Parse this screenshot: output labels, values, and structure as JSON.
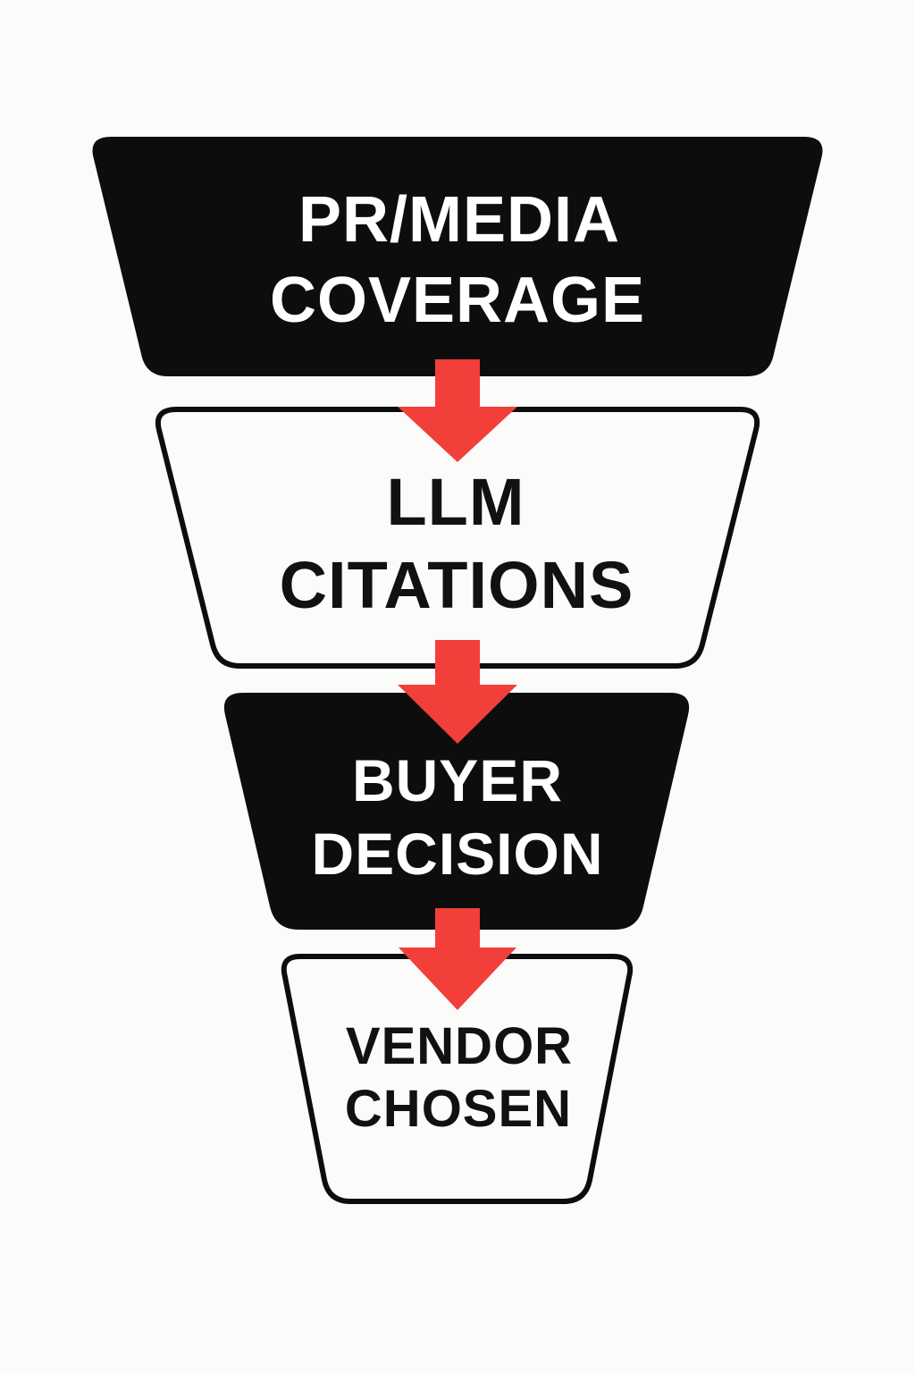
{
  "diagram": {
    "colors": {
      "background": "#fbfbfa",
      "dark_fill": "#0d0d0d",
      "light_fill": "#fbfbfa",
      "outline": "#0d0d0d",
      "dark_text": "#ffffff",
      "light_text": "#111111",
      "arrow": "#f23f3a"
    },
    "stages": [
      {
        "line1": "PR/MEDIA",
        "line2": "COVERAGE",
        "style": "dark"
      },
      {
        "line1": "LLM",
        "line2": "CITATIONS",
        "style": "light"
      },
      {
        "line1": "BUYER",
        "line2": "DECISION",
        "style": "dark"
      },
      {
        "line1": "VENDOR",
        "line2": "CHOSEN",
        "style": "light"
      }
    ]
  }
}
